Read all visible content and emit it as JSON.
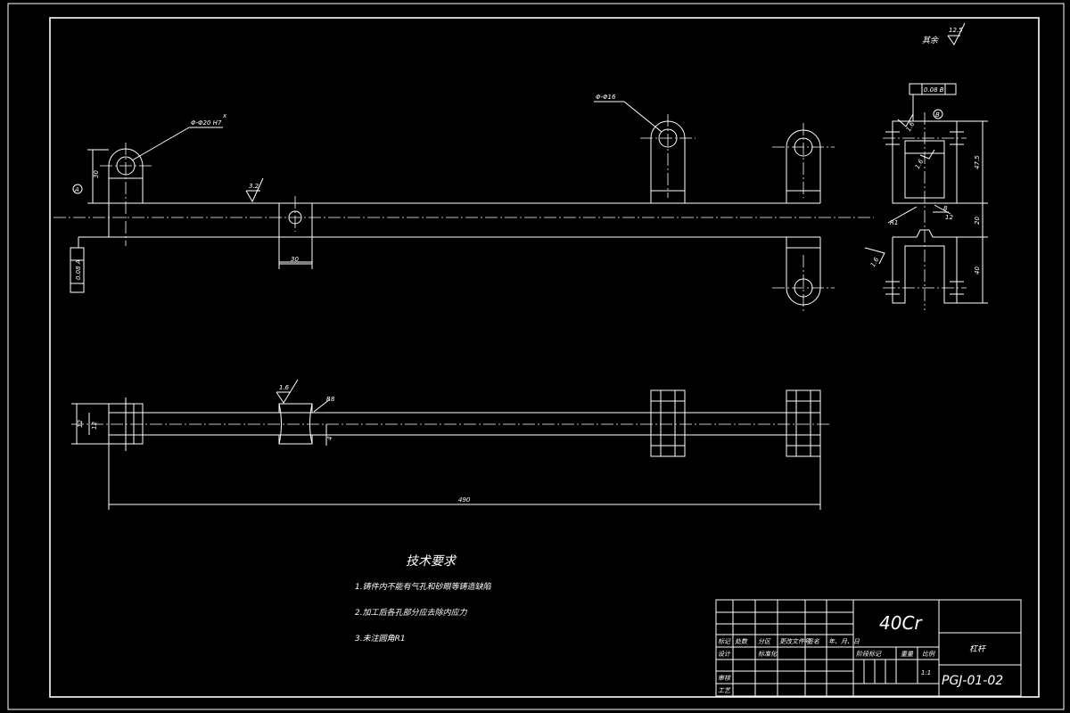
{
  "drawing": {
    "surface_finish_note": "其余",
    "surface_finish_value": "12.5",
    "tech_requirements": {
      "title": "技术要求",
      "items": [
        "1.铸件内不能有气孔和砂眼等铸造缺陷",
        "2.加工后各孔部分应去除内应力",
        "3.未注圆角R1"
      ]
    },
    "front_view": {
      "hole_callout_left": "Φ-Φ20 H7",
      "hole_callout_right": "Φ-Φ16",
      "roughness_mid": "3.2",
      "dim_height": "30",
      "dim_width_mid": "30",
      "tolerance_frame": "0.08 A",
      "datum_left": "A"
    },
    "top_view": {
      "roughness": "1.6",
      "dim_thickness": "12",
      "dim_inner": "12",
      "radius": "R8",
      "dim_step": "4",
      "overall_length": "490"
    },
    "side_view": {
      "tolerance_frame": "0.08 B",
      "datum": "B",
      "roughness_a": "1.6",
      "roughness_b": "1.6",
      "roughness_c": "1.6",
      "dim_a": "47.5",
      "dim_b": "20",
      "dim_c": "40",
      "dim_r": "R1",
      "dim_d": "8",
      "dim_e": "12"
    }
  },
  "title_block": {
    "material": "40Cr",
    "part_name": "杠杆",
    "drawing_number": "PGJ-01-02",
    "scale": "1:1",
    "stage_label": "阶段标记",
    "weight_label": "重量",
    "scale_label": "比例",
    "header_cols": [
      "标记",
      "处数",
      "分区",
      "更改文件号",
      "签名",
      "年、月、日"
    ],
    "row_design": [
      "设计",
      "标准化"
    ],
    "row_check": "审核",
    "row_process": "工艺"
  }
}
